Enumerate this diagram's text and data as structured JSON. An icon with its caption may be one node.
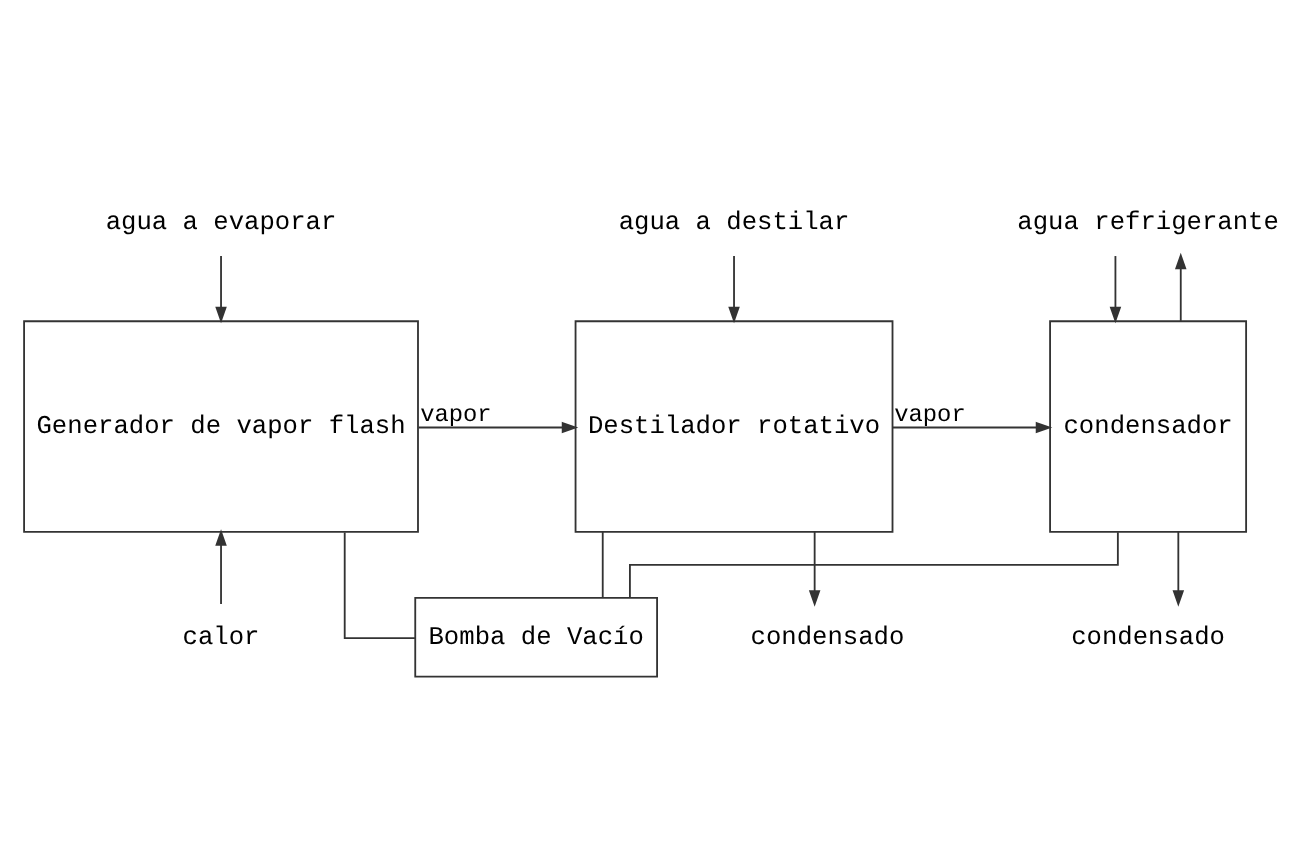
{
  "diagram": {
    "nodes": [
      {
        "text": [
          "agua a evaporar"
        ]
      },
      {
        "text": [
          "agua a destilar"
        ]
      },
      {
        "text": [
          "agua refrigerante"
        ]
      },
      {
        "text": [
          "Generador de vapor flash"
        ]
      },
      {
        "text": [
          "Destilador rotativo"
        ]
      },
      {
        "text": [
          "condensador"
        ]
      },
      {
        "text": [
          "calor"
        ]
      },
      {
        "text": [
          "condensado"
        ]
      },
      {
        "text": [
          "condensado"
        ]
      },
      {
        "text": [
          "Bomba de Vacío"
        ]
      }
    ],
    "edges": [
      {
        "from": 0,
        "to": 3,
        "arrow": "to"
      },
      {
        "from": 1,
        "to": 4,
        "arrow": "to"
      },
      {
        "from": 2,
        "to": 5,
        "arrow": "to"
      },
      {
        "from": 5,
        "to": 2,
        "arrow": "to"
      },
      {
        "from": 3,
        "to": 4,
        "arrow": "to",
        "label": "vapor"
      },
      {
        "from": 4,
        "to": 5,
        "arrow": "to",
        "label": "vapor"
      },
      {
        "from": 6,
        "to": 3,
        "arrow": "to"
      },
      {
        "from": 4,
        "to": 7,
        "arrow": "to"
      },
      {
        "from": 5,
        "to": 8,
        "arrow": "to"
      },
      {
        "from": 3,
        "to": 9,
        "arrow": "none"
      },
      {
        "from": 4,
        "to": 9,
        "arrow": "none"
      },
      {
        "from": 5,
        "to": 9,
        "arrow": "none"
      }
    ]
  }
}
